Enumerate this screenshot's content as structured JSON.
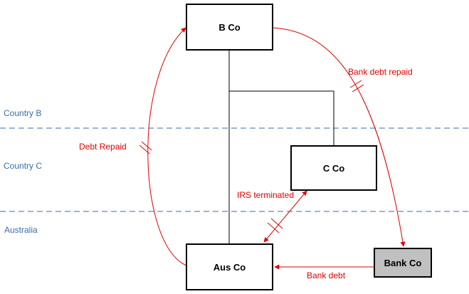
{
  "entities": {
    "b_co": "B Co",
    "c_co": "C Co",
    "aus_co": "Aus Co",
    "bank_co": "Bank Co"
  },
  "regions": {
    "country_b": "Country B",
    "country_c": "Country C",
    "australia": "Australia"
  },
  "flows": {
    "bank_debt_repaid": "Bank debt repaid",
    "debt_repaid": "Debt Repaid",
    "irs_terminated": "IRS terminated",
    "bank_debt": "Bank debt"
  },
  "colors": {
    "flow": "#e00000",
    "region_label": "#3a6ea5",
    "divider": "#3a6ea5",
    "bank_fill": "#c0c0c0"
  }
}
